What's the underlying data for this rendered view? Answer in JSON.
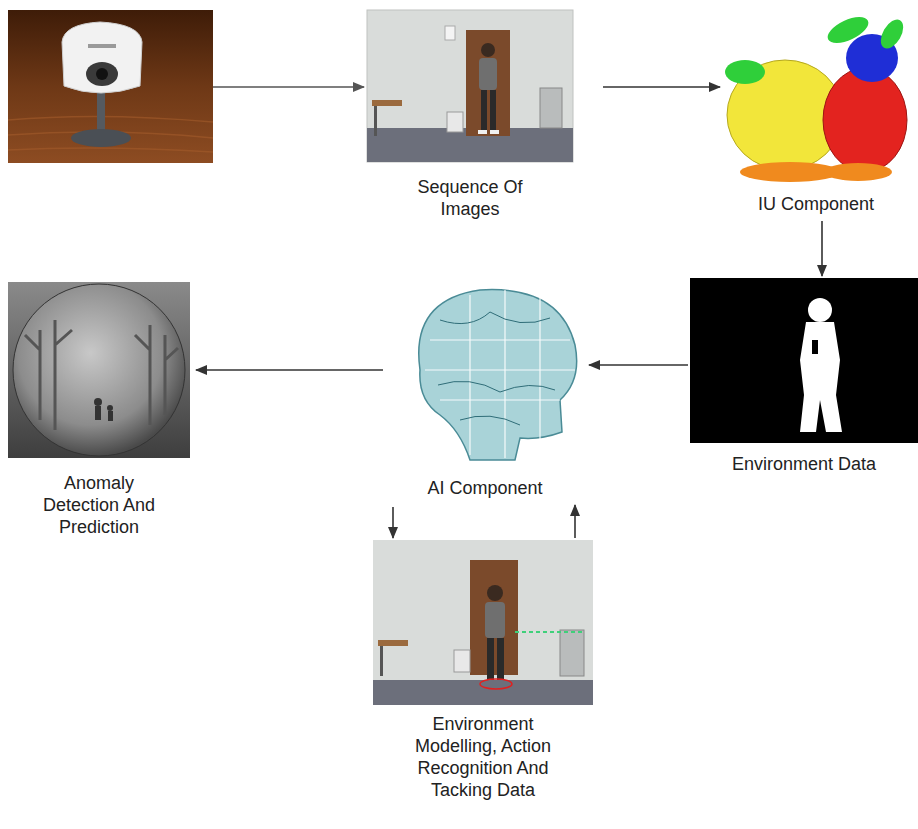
{
  "diagram": {
    "nodes": [
      {
        "text": [
          "Sequence Of Images"
        ]
      },
      {
        "text": [
          "IU Component"
        ]
      },
      {
        "text": [
          "Environment Data"
        ]
      },
      {
        "text": [
          "AI Component"
        ]
      },
      {
        "text": [
          "Anomaly Detection And Prediction"
        ]
      },
      {
        "text": [
          "Environment Modelling, Action Recognition And Tacking Data"
        ]
      }
    ],
    "edges": [
      {
        "from": 0,
        "to": 1,
        "arrow": "to"
      },
      {
        "from": 1,
        "to": 2,
        "arrow": "to"
      },
      {
        "from": 2,
        "to": 3,
        "arrow": "to"
      },
      {
        "from": 3,
        "to": 4,
        "arrow": "to"
      },
      {
        "from": 3,
        "to": 5,
        "arrow": "to"
      },
      {
        "from": 5,
        "to": 3,
        "arrow": "to"
      }
    ]
  }
}
